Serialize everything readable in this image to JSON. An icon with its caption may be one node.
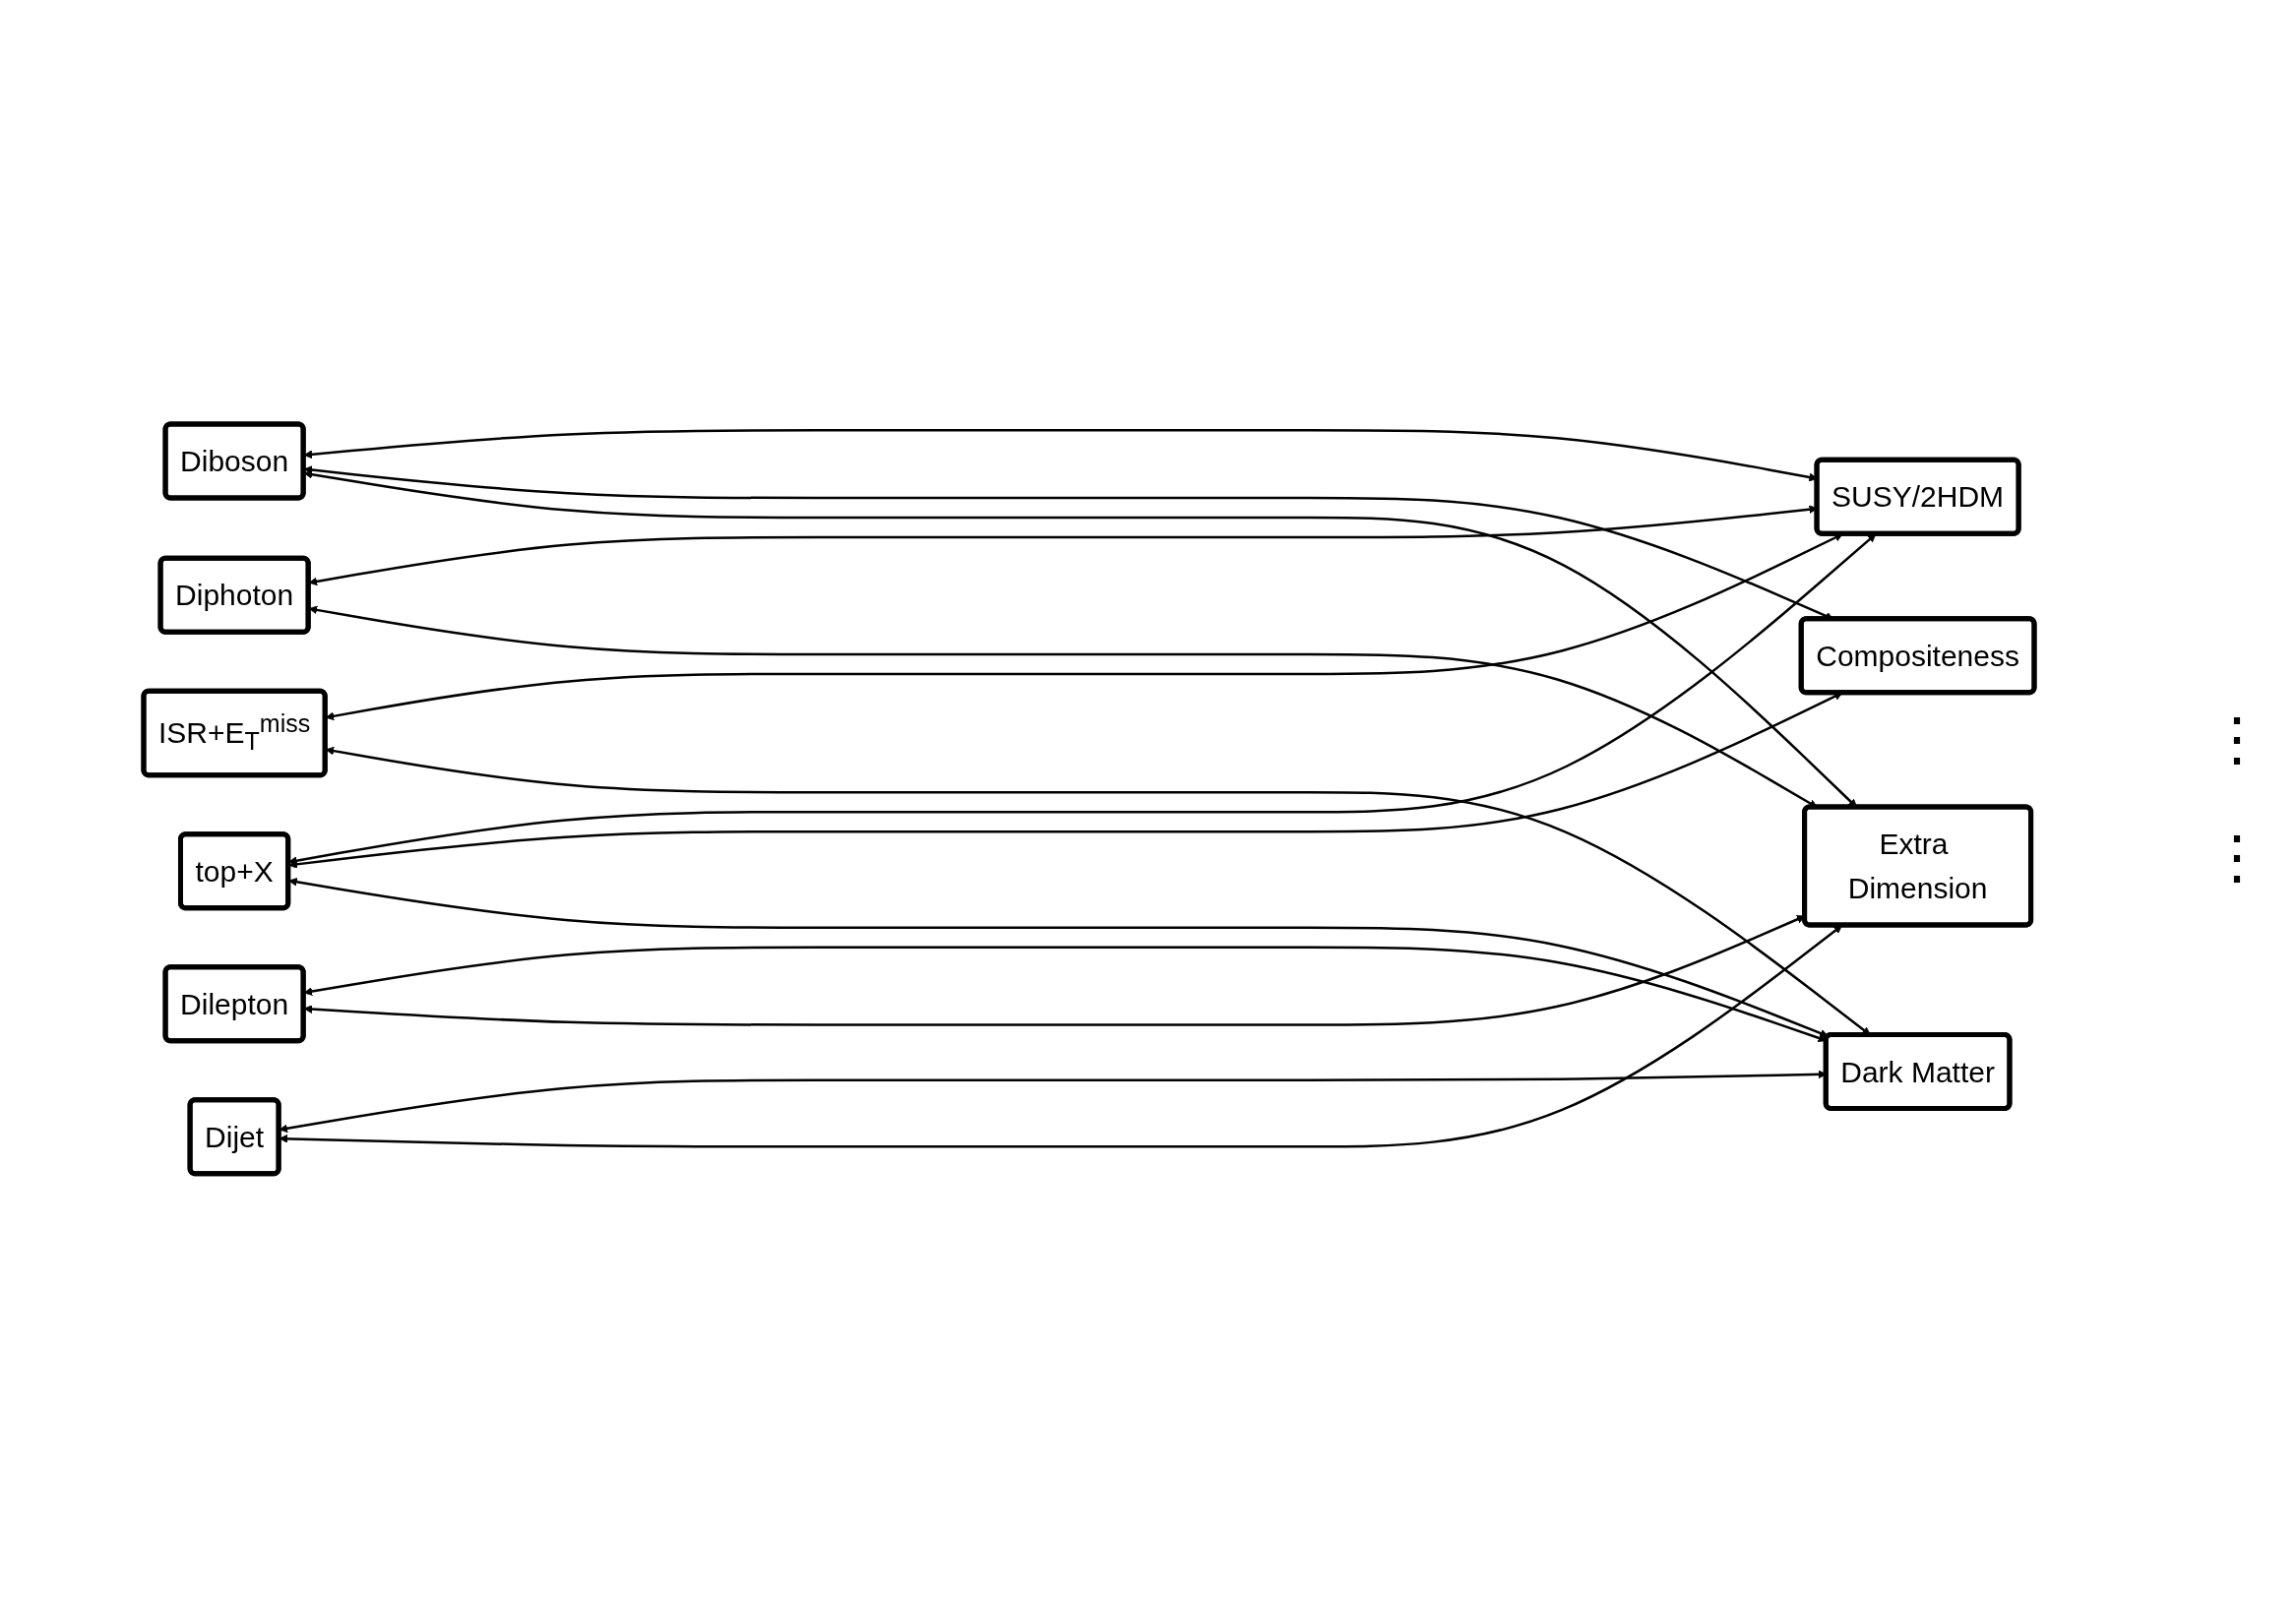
{
  "diagram": {
    "nodes": [
      {
        "text": [
          "Diboson"
        ]
      },
      {
        "text": [
          "Diphoton"
        ]
      },
      {
        "text": [
          "Dilepton"
        ]
      },
      {
        "text": [
          "Dijet"
        ]
      },
      {
        "text": [
          "ISR+E$_{T}$$^{miss}$"
        ]
      },
      {
        "text": [
          "top+X"
        ]
      },
      {
        "text": [
          "SUSY/2HDM"
        ]
      },
      {
        "text": [
          "Compositeness"
        ]
      },
      {
        "text": [
          "Dark Matter"
        ]
      },
      {
        "text": [
          "Extra Dimension"
        ]
      }
    ],
    "edges": [
      {
        "from": 0,
        "to": 6,
        "arrow": "both"
      },
      {
        "from": 0,
        "to": 7,
        "arrow": "both"
      },
      {
        "from": 0,
        "to": 9,
        "arrow": "both"
      },
      {
        "from": 1,
        "to": 6,
        "arrow": "both"
      },
      {
        "from": 1,
        "to": 9,
        "arrow": "both"
      },
      {
        "from": 2,
        "to": 8,
        "arrow": "both"
      },
      {
        "from": 2,
        "to": 9,
        "arrow": "both"
      },
      {
        "from": 3,
        "to": 8,
        "arrow": "both"
      },
      {
        "from": 3,
        "to": 9,
        "arrow": "both"
      },
      {
        "from": 4,
        "to": 6,
        "arrow": "both"
      },
      {
        "from": 4,
        "to": 8,
        "arrow": "both"
      },
      {
        "from": 5,
        "to": 6,
        "arrow": "both"
      },
      {
        "from": 5,
        "to": 7,
        "arrow": "both"
      },
      {
        "from": 5,
        "to": 8,
        "arrow": "both"
      }
    ],
    "labels": [
      "⋮",
      "⋮"
    ]
  }
}
